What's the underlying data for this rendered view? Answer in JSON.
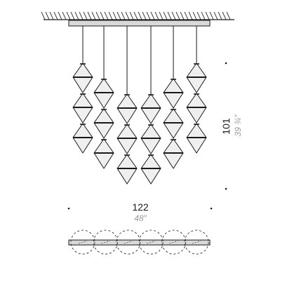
{
  "dimensions": {
    "width_cm": "122",
    "width_in": "48″",
    "height_cm": "101",
    "height_in": "39 ¾″"
  },
  "colors": {
    "line": "#1a1a1a",
    "glass_fill": "#efefef",
    "canopy_fill": "#d9d9d9",
    "dim_secondary": "#9a9a9a"
  },
  "pendants": [
    {
      "name": "pendant-1",
      "shade_count": 3
    },
    {
      "name": "pendant-2",
      "shade_count": 3
    },
    {
      "name": "pendant-3",
      "shade_count": 3
    },
    {
      "name": "pendant-4",
      "shade_count": 3
    },
    {
      "name": "pendant-5",
      "shade_count": 3
    },
    {
      "name": "pendant-6",
      "shade_count": 3
    }
  ],
  "top_view_shade_count": 6
}
